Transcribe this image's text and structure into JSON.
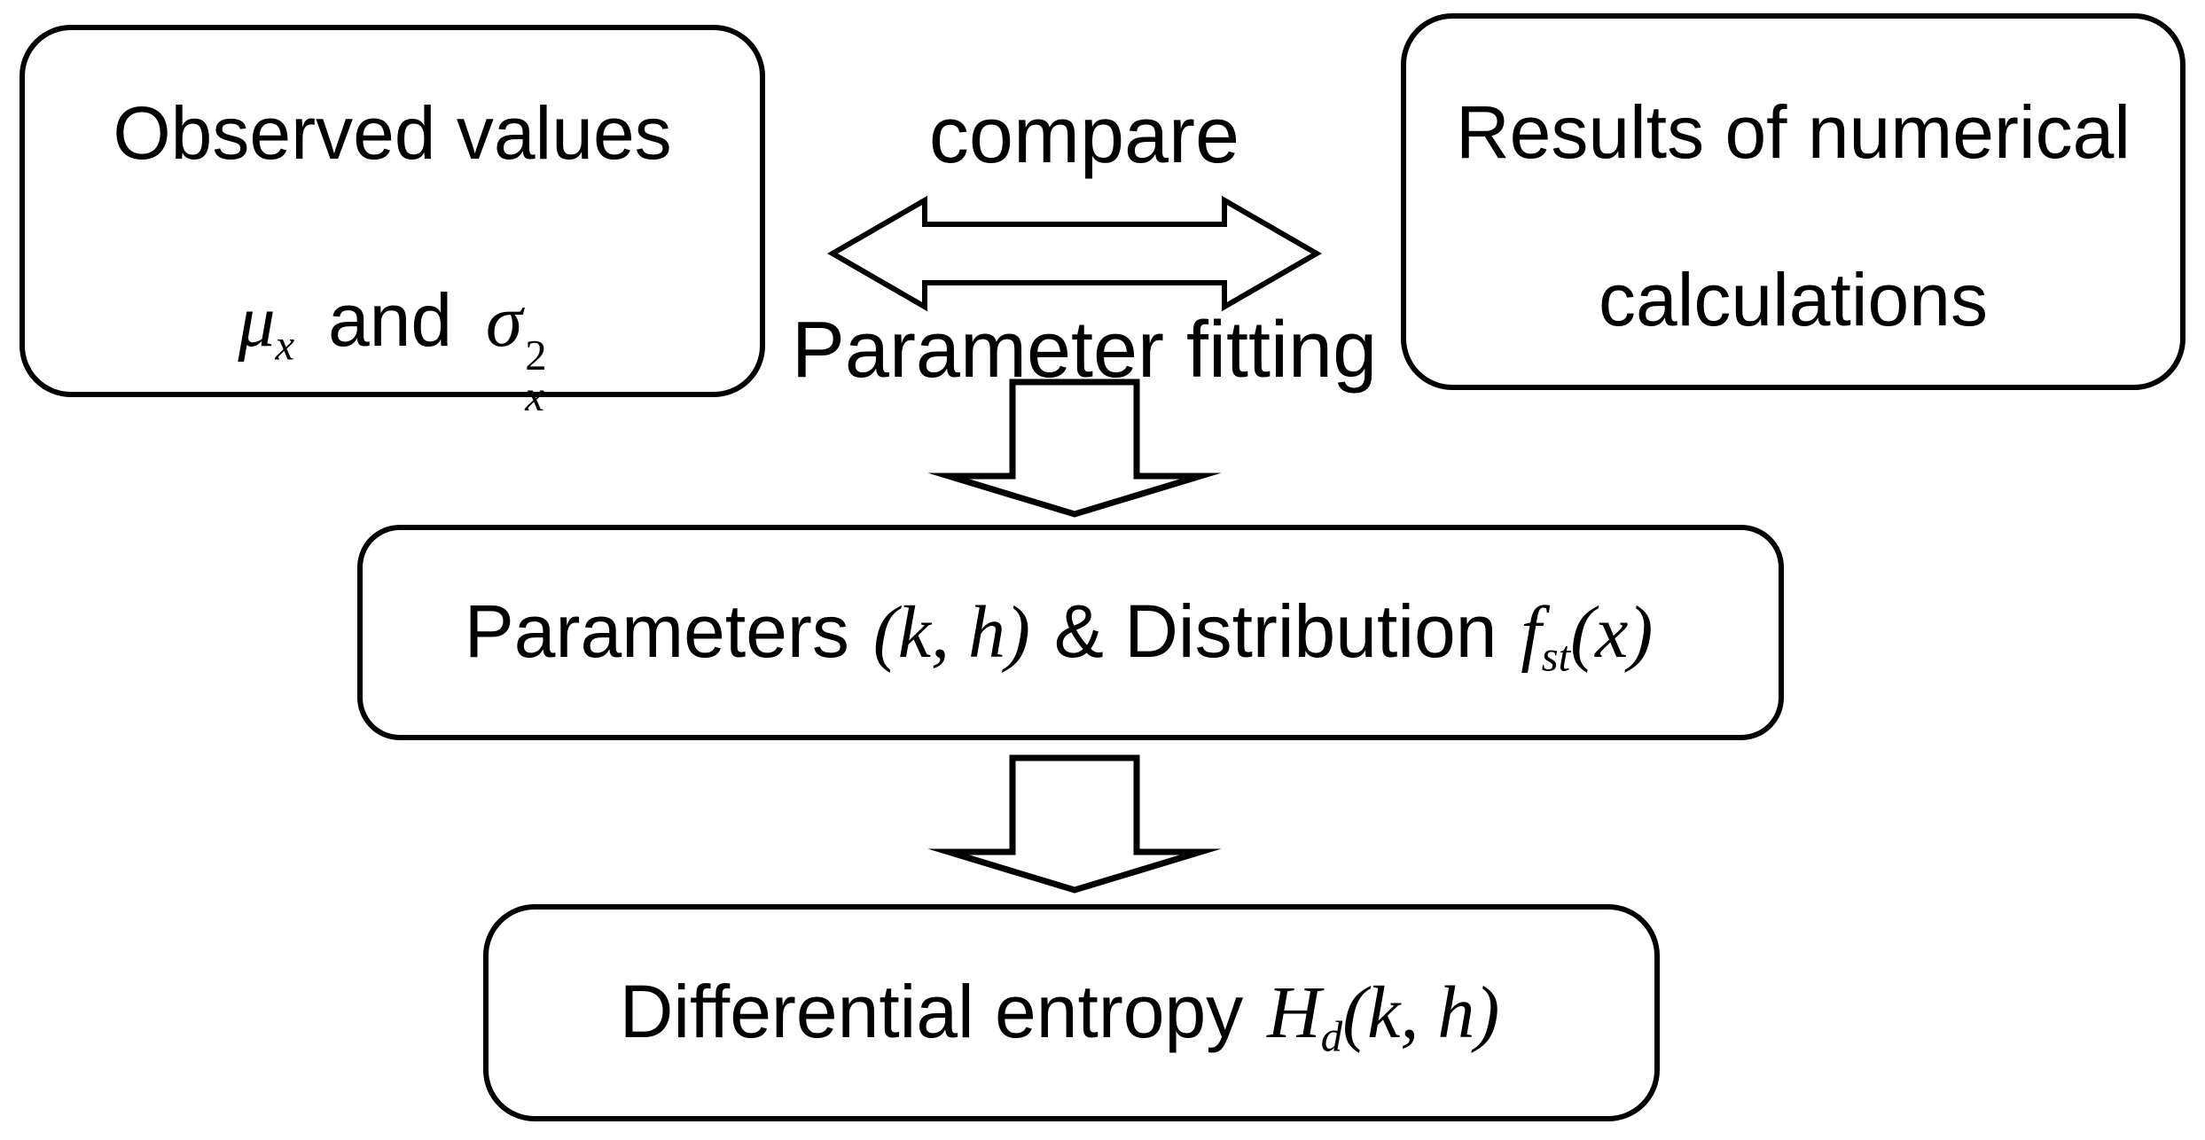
{
  "colors": {
    "ink": "#000000",
    "background": "#ffffff"
  },
  "labels": {
    "compare": "compare",
    "parameter_fitting": "Parameter fitting"
  },
  "boxes": {
    "observed": {
      "title": "Observed values",
      "formula": {
        "mu": "μ",
        "mu_sub": "x",
        "conjunction": "and",
        "sigma": "σ",
        "sigma_sup": "2",
        "sigma_sub": "x"
      }
    },
    "results": {
      "line1": "Results of numerical",
      "line2": "calculations"
    },
    "parameters": {
      "prefix": "Parameters",
      "tuple": "(k, h)",
      "middle": "& Distribution",
      "dist_f": "f",
      "dist_sub": "st",
      "dist_args": "(x)"
    },
    "entropy": {
      "prefix": "Differential entropy",
      "h_symbol": "H",
      "h_sub": "d",
      "h_args": "(k, h)"
    }
  },
  "icons": {
    "double_arrow": "double-headed-compare-arrow",
    "down_arrow": "down-block-arrow"
  }
}
